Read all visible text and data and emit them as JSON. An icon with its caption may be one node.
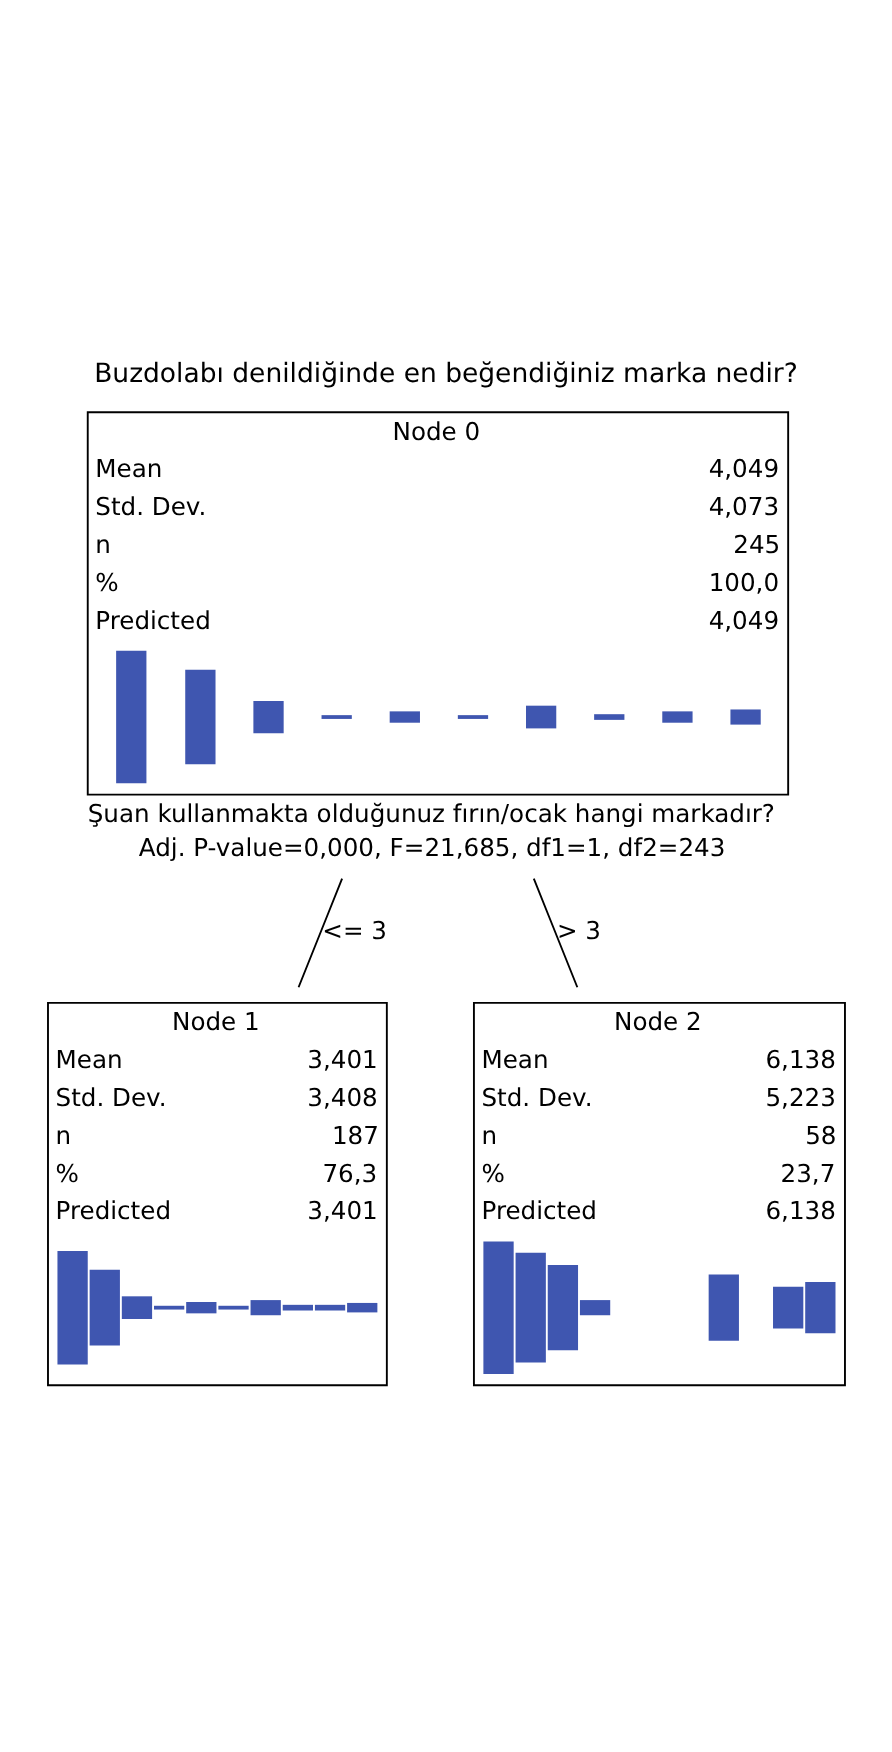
{
  "diagram": {
    "title": "Buzdolabı denildiğinde en beğendiğiniz marka nedir?",
    "nodes": [
      {
        "text": [
          "Node 0",
          "Mean",
          "4,049",
          "Std. Dev.",
          "4,073",
          "n",
          "245",
          "%",
          "100,0",
          "Predicted",
          "4,049"
        ],
        "beside": [
          "Şuan kullanmakta olduğunuz fırın/ocak hangi markadır?",
          "Adj. P-value=0,000, F=21,685, df1=1, df2=243"
        ]
      },
      {
        "text": [
          "Node 1",
          "Mean",
          "3,401",
          "Std. Dev.",
          "3,408",
          "n",
          "187",
          "%",
          "76,3",
          "Predicted",
          "3,401"
        ]
      },
      {
        "text": [
          "Node 2",
          "Mean",
          "6,138",
          "Std. Dev.",
          "5,223",
          "n",
          "58",
          "%",
          "23,7",
          "Predicted",
          "6,138"
        ]
      }
    ],
    "edges": [
      {
        "from": 0,
        "to": 1,
        "arrow": "none",
        "label": "<= 3"
      },
      {
        "from": 0,
        "to": 2,
        "arrow": "none",
        "label": "> 3"
      }
    ]
  }
}
